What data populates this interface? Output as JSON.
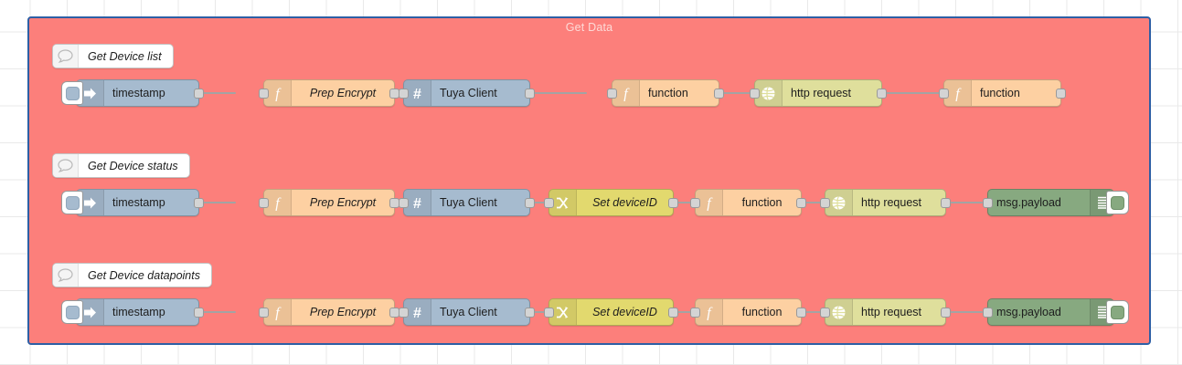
{
  "editor": {
    "canvas_background": "#ffffff",
    "grid_color": "#e9e9e9"
  },
  "group": {
    "label": "Get Data",
    "fill": "#fc7f7b",
    "border": "#2d5fa5"
  },
  "rows": [
    {
      "comment": {
        "label": "Get Device list",
        "icon": "comment-icon"
      },
      "nodes": [
        {
          "type": "inject",
          "label": "timestamp",
          "icon": "inject-arrow-icon",
          "color": "#a6bbcf"
        },
        {
          "type": "function",
          "label": "Prep Encrypt",
          "icon": "function-f-icon",
          "color": "#fdd0a2"
        },
        {
          "type": "tuya",
          "label": "Tuya Client",
          "icon": "hash-icon",
          "color": "#a6bbcf"
        },
        {
          "type": "function",
          "label": "function",
          "icon": "function-f-icon",
          "color": "#fdd0a2"
        },
        {
          "type": "http",
          "label": "http request",
          "icon": "globe-icon",
          "color": "#dfdf9c"
        },
        {
          "type": "function",
          "label": "function",
          "icon": "function-f-icon",
          "color": "#fdd0a2"
        }
      ]
    },
    {
      "comment": {
        "label": "Get Device status",
        "icon": "comment-icon"
      },
      "nodes": [
        {
          "type": "inject",
          "label": "timestamp",
          "icon": "inject-arrow-icon",
          "color": "#a6bbcf"
        },
        {
          "type": "function",
          "label": "Prep Encrypt",
          "icon": "function-f-icon",
          "color": "#fdd0a2"
        },
        {
          "type": "tuya",
          "label": "Tuya Client",
          "icon": "hash-icon",
          "color": "#a6bbcf"
        },
        {
          "type": "change",
          "label": "Set deviceID",
          "icon": "change-swap-icon",
          "color": "#e2d96e"
        },
        {
          "type": "function",
          "label": "function",
          "icon": "function-f-icon",
          "color": "#fdd0a2"
        },
        {
          "type": "http",
          "label": "http request",
          "icon": "globe-icon",
          "color": "#dfdf9c"
        },
        {
          "type": "debug",
          "label": "msg.payload",
          "icon": "debug-lines-icon",
          "color": "#87a980"
        }
      ]
    },
    {
      "comment": {
        "label": "Get Device datapoints",
        "icon": "comment-icon"
      },
      "nodes": [
        {
          "type": "inject",
          "label": "timestamp",
          "icon": "inject-arrow-icon",
          "color": "#a6bbcf"
        },
        {
          "type": "function",
          "label": "Prep Encrypt",
          "icon": "function-f-icon",
          "color": "#fdd0a2"
        },
        {
          "type": "tuya",
          "label": "Tuya Client",
          "icon": "hash-icon",
          "color": "#a6bbcf"
        },
        {
          "type": "change",
          "label": "Set deviceID",
          "icon": "change-swap-icon",
          "color": "#e2d96e"
        },
        {
          "type": "function",
          "label": "function",
          "icon": "function-f-icon",
          "color": "#fdd0a2"
        },
        {
          "type": "http",
          "label": "http request",
          "icon": "globe-icon",
          "color": "#dfdf9c"
        },
        {
          "type": "debug",
          "label": "msg.payload",
          "icon": "debug-lines-icon",
          "color": "#87a980"
        }
      ]
    }
  ]
}
